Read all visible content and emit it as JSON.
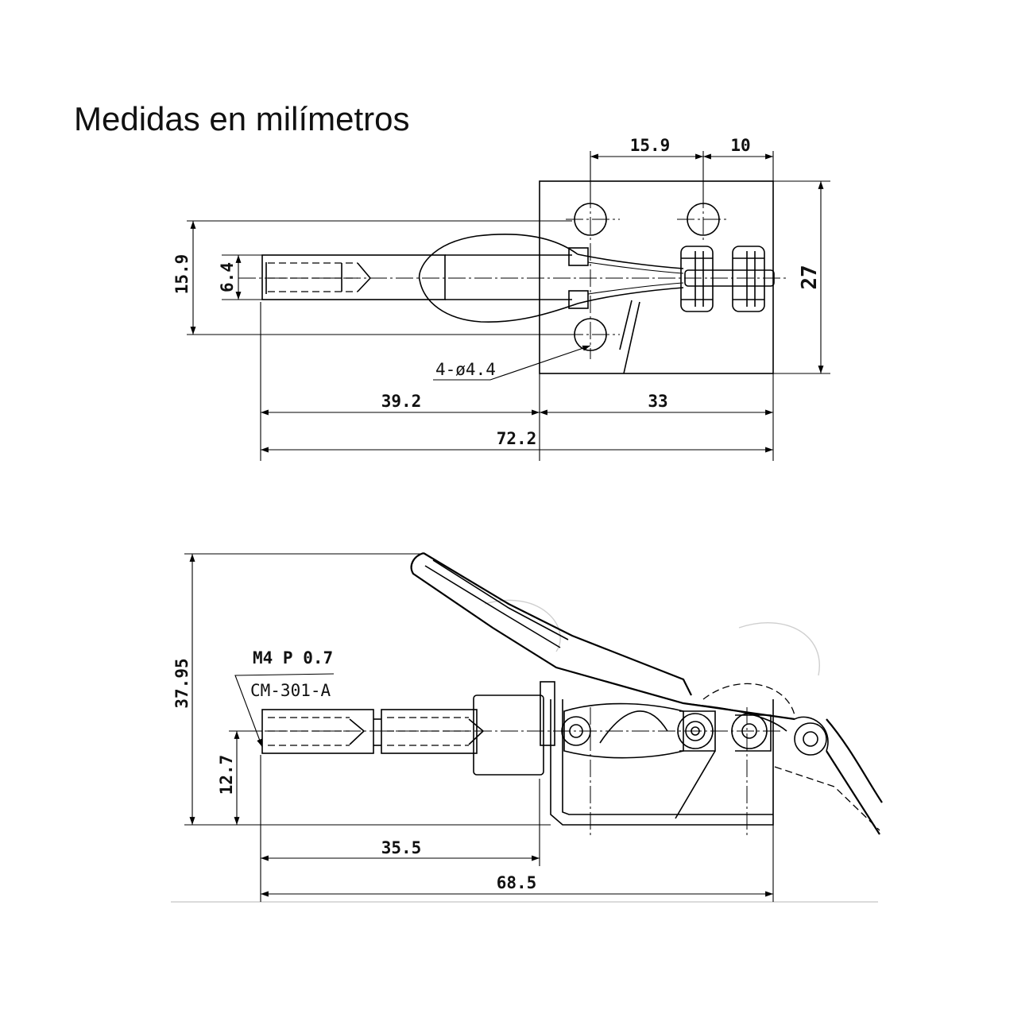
{
  "title": "Medidas en milímetros",
  "top_view": {
    "dims": {
      "top_span": "15.9",
      "top_right": "10",
      "left_height": "15.9",
      "rod_diameter": "6.4",
      "right_height": "27",
      "hole_note": "4-ø4.4",
      "rod_length": "39.2",
      "base_length": "33",
      "total_length": "72.2"
    }
  },
  "side_view": {
    "dims": {
      "thread_note": "M4 P 0.7",
      "model": "CM-301-A",
      "total_height": "37.95",
      "rod_height": "12.7",
      "rod_length": "35.5",
      "total_length": "68.5"
    }
  }
}
